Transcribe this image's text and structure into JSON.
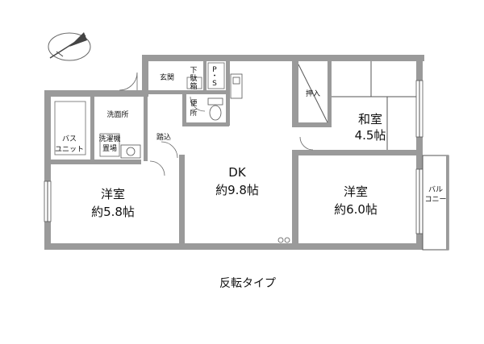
{
  "colors": {
    "wall": "#9a9a9a",
    "line": "#555555",
    "text": "#111111"
  },
  "icons": {
    "north": "north-arrow-icon"
  },
  "rooms": {
    "ldk": {
      "name": "DK",
      "size": "約9.8帖"
    },
    "western_left": {
      "name": "洋室",
      "size": "約5.8帖"
    },
    "western_right": {
      "name": "洋室",
      "size": "約6.0帖"
    },
    "japanese": {
      "name": "和室",
      "size": "4.5帖"
    },
    "bath": {
      "line1": "バス",
      "line2": "ユニット"
    },
    "washroom": {
      "name": "洗面所"
    },
    "laundry": {
      "line1": "洗濯機",
      "line2": "置場"
    },
    "entrance": {
      "name": "玄関"
    },
    "step": {
      "name": "踏込"
    },
    "toilet": {
      "line1": "便",
      "line2": "所"
    },
    "closet": {
      "name": "押入"
    },
    "shoe_box": {
      "line1": "下",
      "line2": "駄",
      "line3": "箱"
    },
    "ps": {
      "line1": "P",
      "line2": "・",
      "line3": "S"
    },
    "balcony": {
      "line1": "バル",
      "line2": "コニー"
    }
  },
  "caption": "反転タイプ"
}
